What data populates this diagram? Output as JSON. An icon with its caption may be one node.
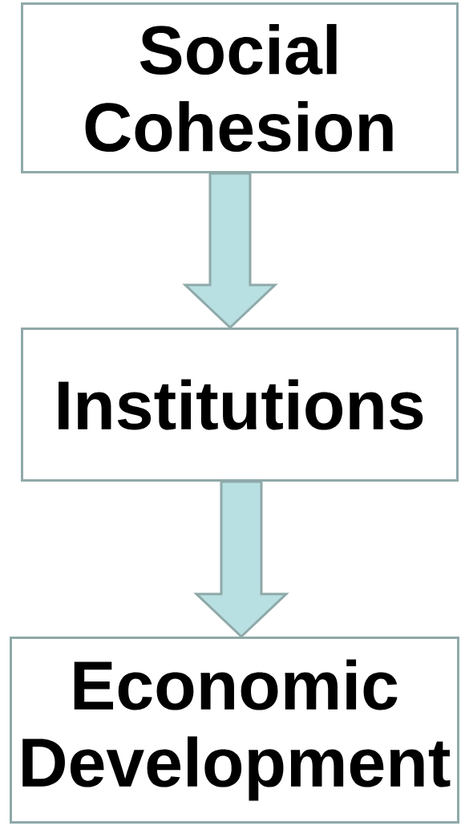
{
  "diagram": {
    "nodes": [
      {
        "text": [
          "Social Cohesion"
        ]
      },
      {
        "text": [
          "Institutions"
        ]
      },
      {
        "text": [
          "Economic Development"
        ]
      }
    ],
    "edges": [
      {
        "from": 0,
        "to": 1,
        "arrow": "to"
      },
      {
        "from": 1,
        "to": 2,
        "arrow": "to"
      }
    ]
  }
}
